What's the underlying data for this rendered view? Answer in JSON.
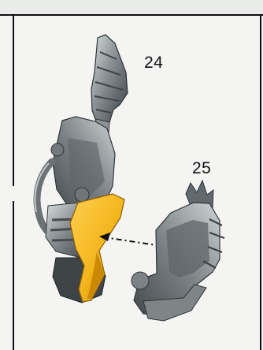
{
  "steps": [
    {
      "number": "24"
    },
    {
      "number": "25"
    }
  ],
  "colors": {
    "page": "#f4f5f3",
    "frame": "#0f0f0f",
    "armor_gray": "#7f8587",
    "armor_dark": "#4b5053",
    "armor_light": "#c9cdcf",
    "highlight_part": "#f3b51c",
    "arrow": "#111111"
  },
  "icons": [
    "armor-arm-part-24",
    "armor-plate-part-25",
    "attach-arrow"
  ]
}
